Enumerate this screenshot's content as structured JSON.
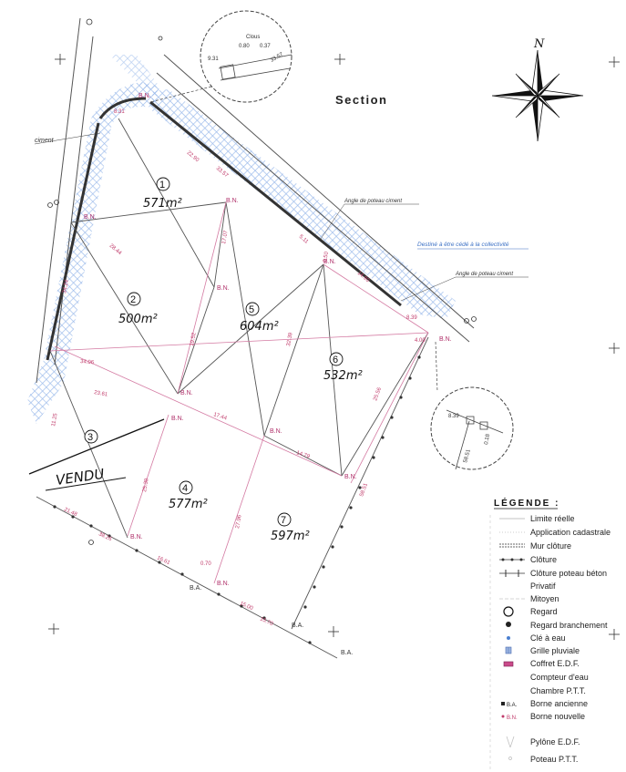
{
  "title": "Section",
  "compass": {
    "north_label": "N",
    "icon": "compass-rose-icon"
  },
  "detail_top": {
    "label": "Clous",
    "dims": [
      "0.80",
      "0.37",
      "9.31",
      "33.57"
    ]
  },
  "detail_bottom": {
    "dims": [
      "8.39",
      "0.18",
      "58.51"
    ]
  },
  "annotations": {
    "ciment": "ciment",
    "angle_poteau_1": "Angle de poteau ciment",
    "angle_poteau_2": "Angle de poteau ciment",
    "destine": "Destiné à être cédé à la collectivité",
    "vendu": "VENDU"
  },
  "lots": [
    {
      "num": "1",
      "area": "571m²"
    },
    {
      "num": "2",
      "area": "500m²"
    },
    {
      "num": "3",
      "area": ""
    },
    {
      "num": "4",
      "area": "577m²"
    },
    {
      "num": "5",
      "area": "604m²"
    },
    {
      "num": "6",
      "area": "532m²"
    },
    {
      "num": "7",
      "area": "597m²"
    }
  ],
  "dimensions": [
    "8.31",
    "22.90",
    "33.57",
    "5.11",
    "14.90",
    "8.39",
    "58.51",
    "25.56",
    "21.48",
    "38.26",
    "16.61",
    "15.00",
    "15.70",
    "34.06",
    "23.61",
    "17.44",
    "14.79",
    "28.44",
    "17.07",
    "19.52",
    "32.39",
    "27.96",
    "25.39",
    "4.00",
    "34.24",
    "0.70",
    "0.50",
    "11.25"
  ],
  "markers": {
    "bn": "B.N.",
    "ba": "B.A."
  },
  "legend": {
    "title": "LÉGENDE :",
    "items": [
      {
        "label": "Limite réelle",
        "icon": "thin-line-icon"
      },
      {
        "label": "Application cadastrale",
        "icon": "dotted-line-icon"
      },
      {
        "label": "Mur clôture",
        "icon": "wall-icon"
      },
      {
        "label": "Clôture",
        "icon": "fence-icon"
      },
      {
        "label": "Clôture poteau béton",
        "icon": "concrete-post-fence-icon"
      },
      {
        "label": "Privatif",
        "icon": ""
      },
      {
        "label": "Mitoyen",
        "icon": "dashed-line-icon"
      },
      {
        "label": "Regard",
        "icon": "circle-icon"
      },
      {
        "label": "Regard branchement",
        "icon": "filled-circle-icon"
      },
      {
        "label": "Clé à eau",
        "icon": "dot-icon"
      },
      {
        "label": "Grille pluviale",
        "icon": "grid-icon"
      },
      {
        "label": "Coffret E.D.F.",
        "icon": "box-icon"
      },
      {
        "label": "Compteur d'eau",
        "icon": ""
      },
      {
        "label": "Chambre P.T.T.",
        "icon": ""
      },
      {
        "label": "Borne ancienne",
        "icon": "marker-ba-icon"
      },
      {
        "label": "Borne nouvelle",
        "icon": "marker-bn-icon"
      },
      {
        "label": "Pylône E.D.F.",
        "icon": "pylon-icon"
      },
      {
        "label": "Poteau P.T.T.",
        "icon": "pole-icon"
      }
    ]
  },
  "colors": {
    "hatch": "#8fb2e8",
    "dim_pink": "#c03a6a",
    "line": "#444444"
  }
}
